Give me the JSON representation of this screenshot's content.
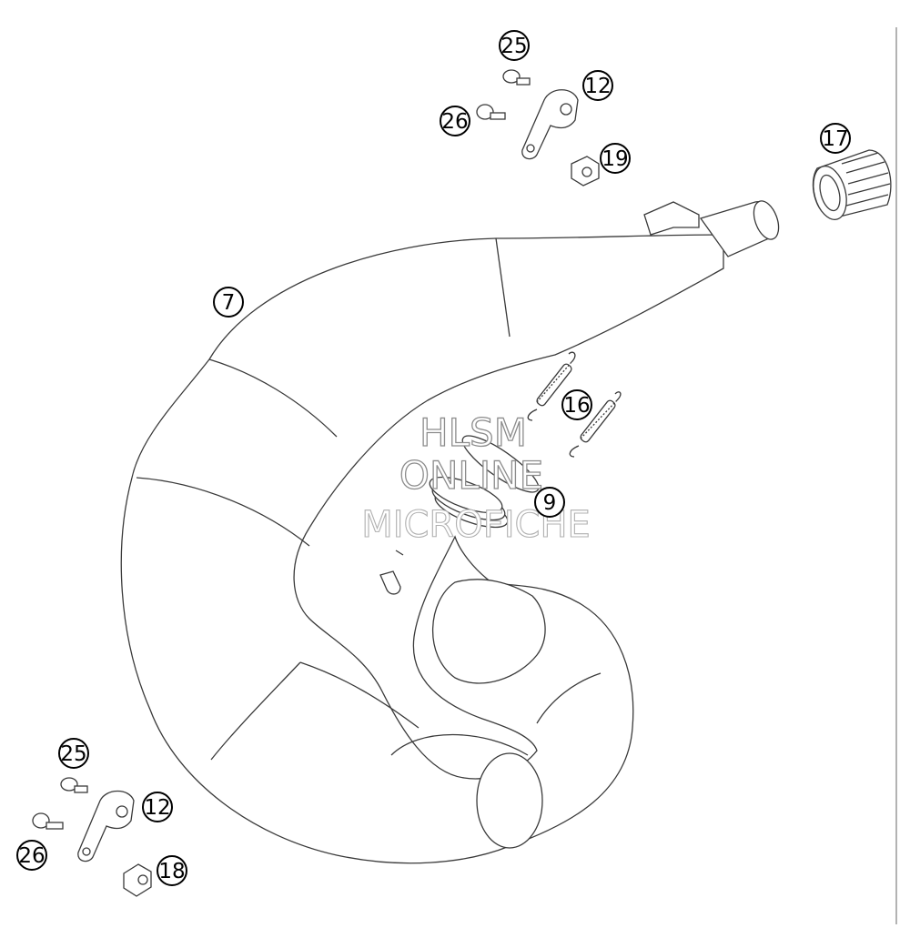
{
  "callouts": {
    "c25_top": "25",
    "c12_top": "12",
    "c26_top": "26",
    "c19": "19",
    "c17": "17",
    "c7": "7",
    "c16": "16",
    "c9": "9",
    "c25_bottom": "25",
    "c12_bottom": "12",
    "c26_bottom": "26",
    "c18": "18"
  },
  "watermark": {
    "line1": "HLSM",
    "line2": "ONLINE",
    "line3": "MICROFICHE"
  },
  "colors": {
    "line": "#3a3a3a",
    "watermark": "#8c8c8c",
    "background": "#ffffff"
  }
}
